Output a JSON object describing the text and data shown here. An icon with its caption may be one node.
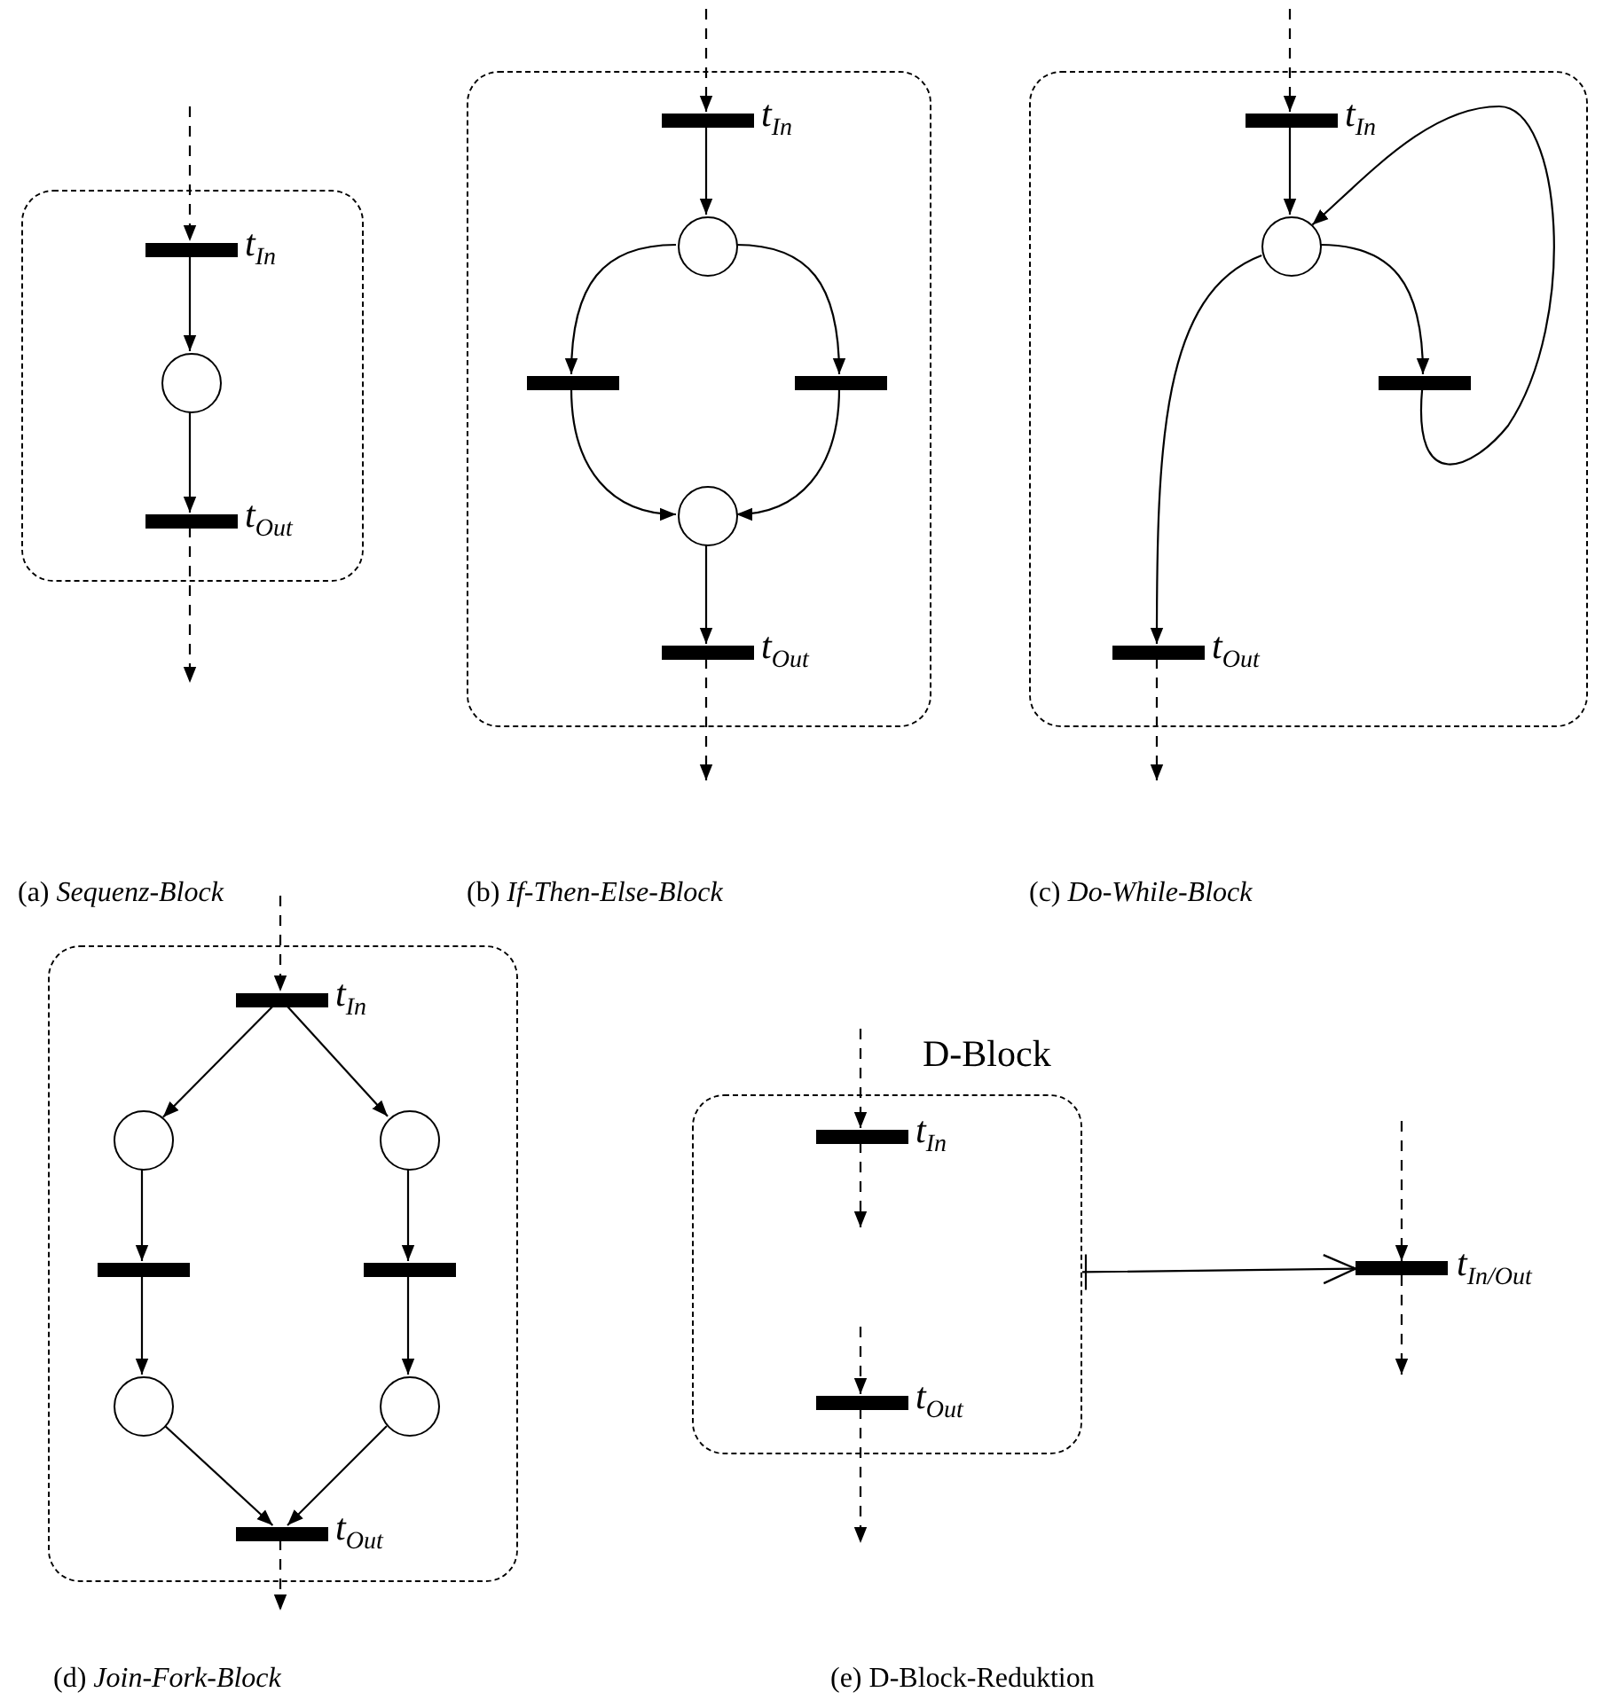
{
  "diagram": {
    "nodes": [
      {
        "text": [],
        "shape": "box"
      },
      {
        "text": [],
        "shape": "bar",
        "in": 0,
        "beside": [
          "t$_{In}$"
        ]
      },
      {
        "text": [],
        "shape": "circle",
        "in": 0
      },
      {
        "text": [],
        "shape": "bar",
        "in": 0,
        "beside": [
          "t$_{Out}$"
        ]
      },
      {
        "text": [],
        "shape": "box"
      },
      {
        "text": [],
        "shape": "bar",
        "in": 4,
        "beside": [
          "t$_{In}$"
        ]
      },
      {
        "text": [],
        "shape": "circle",
        "in": 4
      },
      {
        "text": [],
        "shape": "bar",
        "in": 4
      },
      {
        "text": [],
        "shape": "bar",
        "in": 4
      },
      {
        "text": [],
        "shape": "circle",
        "in": 4
      },
      {
        "text": [],
        "shape": "bar",
        "in": 4,
        "beside": [
          "t$_{Out}$"
        ]
      },
      {
        "text": [],
        "shape": "box"
      },
      {
        "text": [],
        "shape": "bar",
        "in": 11,
        "beside": [
          "t$_{In}$"
        ]
      },
      {
        "text": [],
        "shape": "circle",
        "in": 11
      },
      {
        "text": [],
        "shape": "bar",
        "in": 11
      },
      {
        "text": [],
        "shape": "bar",
        "in": 11,
        "beside": [
          "t$_{Out}$"
        ]
      },
      {
        "text": [],
        "shape": "box"
      },
      {
        "text": [],
        "shape": "bar",
        "in": 16,
        "beside": [
          "t$_{In}$"
        ]
      },
      {
        "text": [],
        "shape": "circle",
        "in": 16
      },
      {
        "text": [],
        "shape": "circle",
        "in": 16
      },
      {
        "text": [],
        "shape": "bar",
        "in": 16
      },
      {
        "text": [],
        "shape": "bar",
        "in": 16
      },
      {
        "text": [],
        "shape": "circle",
        "in": 16
      },
      {
        "text": [],
        "shape": "circle",
        "in": 16
      },
      {
        "text": [],
        "shape": "bar",
        "in": 16,
        "beside": [
          "t$_{Out}$"
        ]
      },
      {
        "text": [
          "D-Block"
        ]
      },
      {
        "text": [],
        "shape": "bar",
        "in": 25,
        "beside": [
          "t$_{In}$"
        ]
      },
      {
        "text": [],
        "shape": "bar",
        "in": 25,
        "beside": [
          "t$_{Out}$"
        ]
      },
      {
        "text": [],
        "shape": "bar",
        "beside": [
          "t$_{In/Out}$"
        ]
      }
    ],
    "edges": [
      {
        "from": null,
        "to": 1,
        "arrow": "to",
        "style": "dashed"
      },
      {
        "from": 1,
        "to": 2,
        "arrow": "to"
      },
      {
        "from": 2,
        "to": 3,
        "arrow": "to"
      },
      {
        "from": 3,
        "to": null,
        "arrow": "to",
        "style": "dashed"
      },
      {
        "from": null,
        "to": 5,
        "arrow": "to",
        "style": "dashed"
      },
      {
        "from": 5,
        "to": 6,
        "arrow": "to"
      },
      {
        "from": 6,
        "to": 7,
        "arrow": "to"
      },
      {
        "from": 6,
        "to": 8,
        "arrow": "to"
      },
      {
        "from": 7,
        "to": 9,
        "arrow": "to"
      },
      {
        "from": 8,
        "to": 9,
        "arrow": "to"
      },
      {
        "from": 9,
        "to": 10,
        "arrow": "to"
      },
      {
        "from": 10,
        "to": null,
        "arrow": "to",
        "style": "dashed"
      },
      {
        "from": null,
        "to": 12,
        "arrow": "to",
        "style": "dashed"
      },
      {
        "from": 12,
        "to": 13,
        "arrow": "to"
      },
      {
        "from": 13,
        "to": 14,
        "arrow": "to"
      },
      {
        "from": 14,
        "to": 13,
        "arrow": "to"
      },
      {
        "from": 13,
        "to": 15,
        "arrow": "to"
      },
      {
        "from": 15,
        "to": null,
        "arrow": "to",
        "style": "dashed"
      },
      {
        "from": null,
        "to": 17,
        "arrow": "to",
        "style": "dashed"
      },
      {
        "from": 17,
        "to": 18,
        "arrow": "to"
      },
      {
        "from": 17,
        "to": 19,
        "arrow": "to"
      },
      {
        "from": 18,
        "to": 20,
        "arrow": "to"
      },
      {
        "from": 19,
        "to": 21,
        "arrow": "to"
      },
      {
        "from": 20,
        "to": 22,
        "arrow": "to"
      },
      {
        "from": 21,
        "to": 23,
        "arrow": "to"
      },
      {
        "from": 22,
        "to": 24,
        "arrow": "to"
      },
      {
        "from": 23,
        "to": 24,
        "arrow": "to"
      },
      {
        "from": 24,
        "to": null,
        "arrow": "to",
        "style": "dashed"
      },
      {
        "from": null,
        "to": 26,
        "arrow": "to",
        "style": "dashed"
      },
      {
        "from": 26,
        "to": null,
        "arrow": "to",
        "style": "dashed"
      },
      {
        "from": null,
        "to": 27,
        "arrow": "to",
        "style": "dashed"
      },
      {
        "from": 27,
        "to": null,
        "arrow": "to",
        "style": "dashed"
      },
      {
        "from": null,
        "to": 28,
        "arrow": "to",
        "style": "dashed"
      },
      {
        "from": 28,
        "to": null,
        "arrow": "to",
        "style": "dashed"
      },
      {
        "from": 25,
        "to": 28,
        "arrow": "to"
      }
    ],
    "labels": [
      "(a) *Sequenz-Block*",
      "(b) *If-Then-Else-Block*",
      "(c) *Do-While-Block*",
      "(d) *Join-Fork-Block*",
      "(e) D-Block-Reduktion"
    ]
  }
}
